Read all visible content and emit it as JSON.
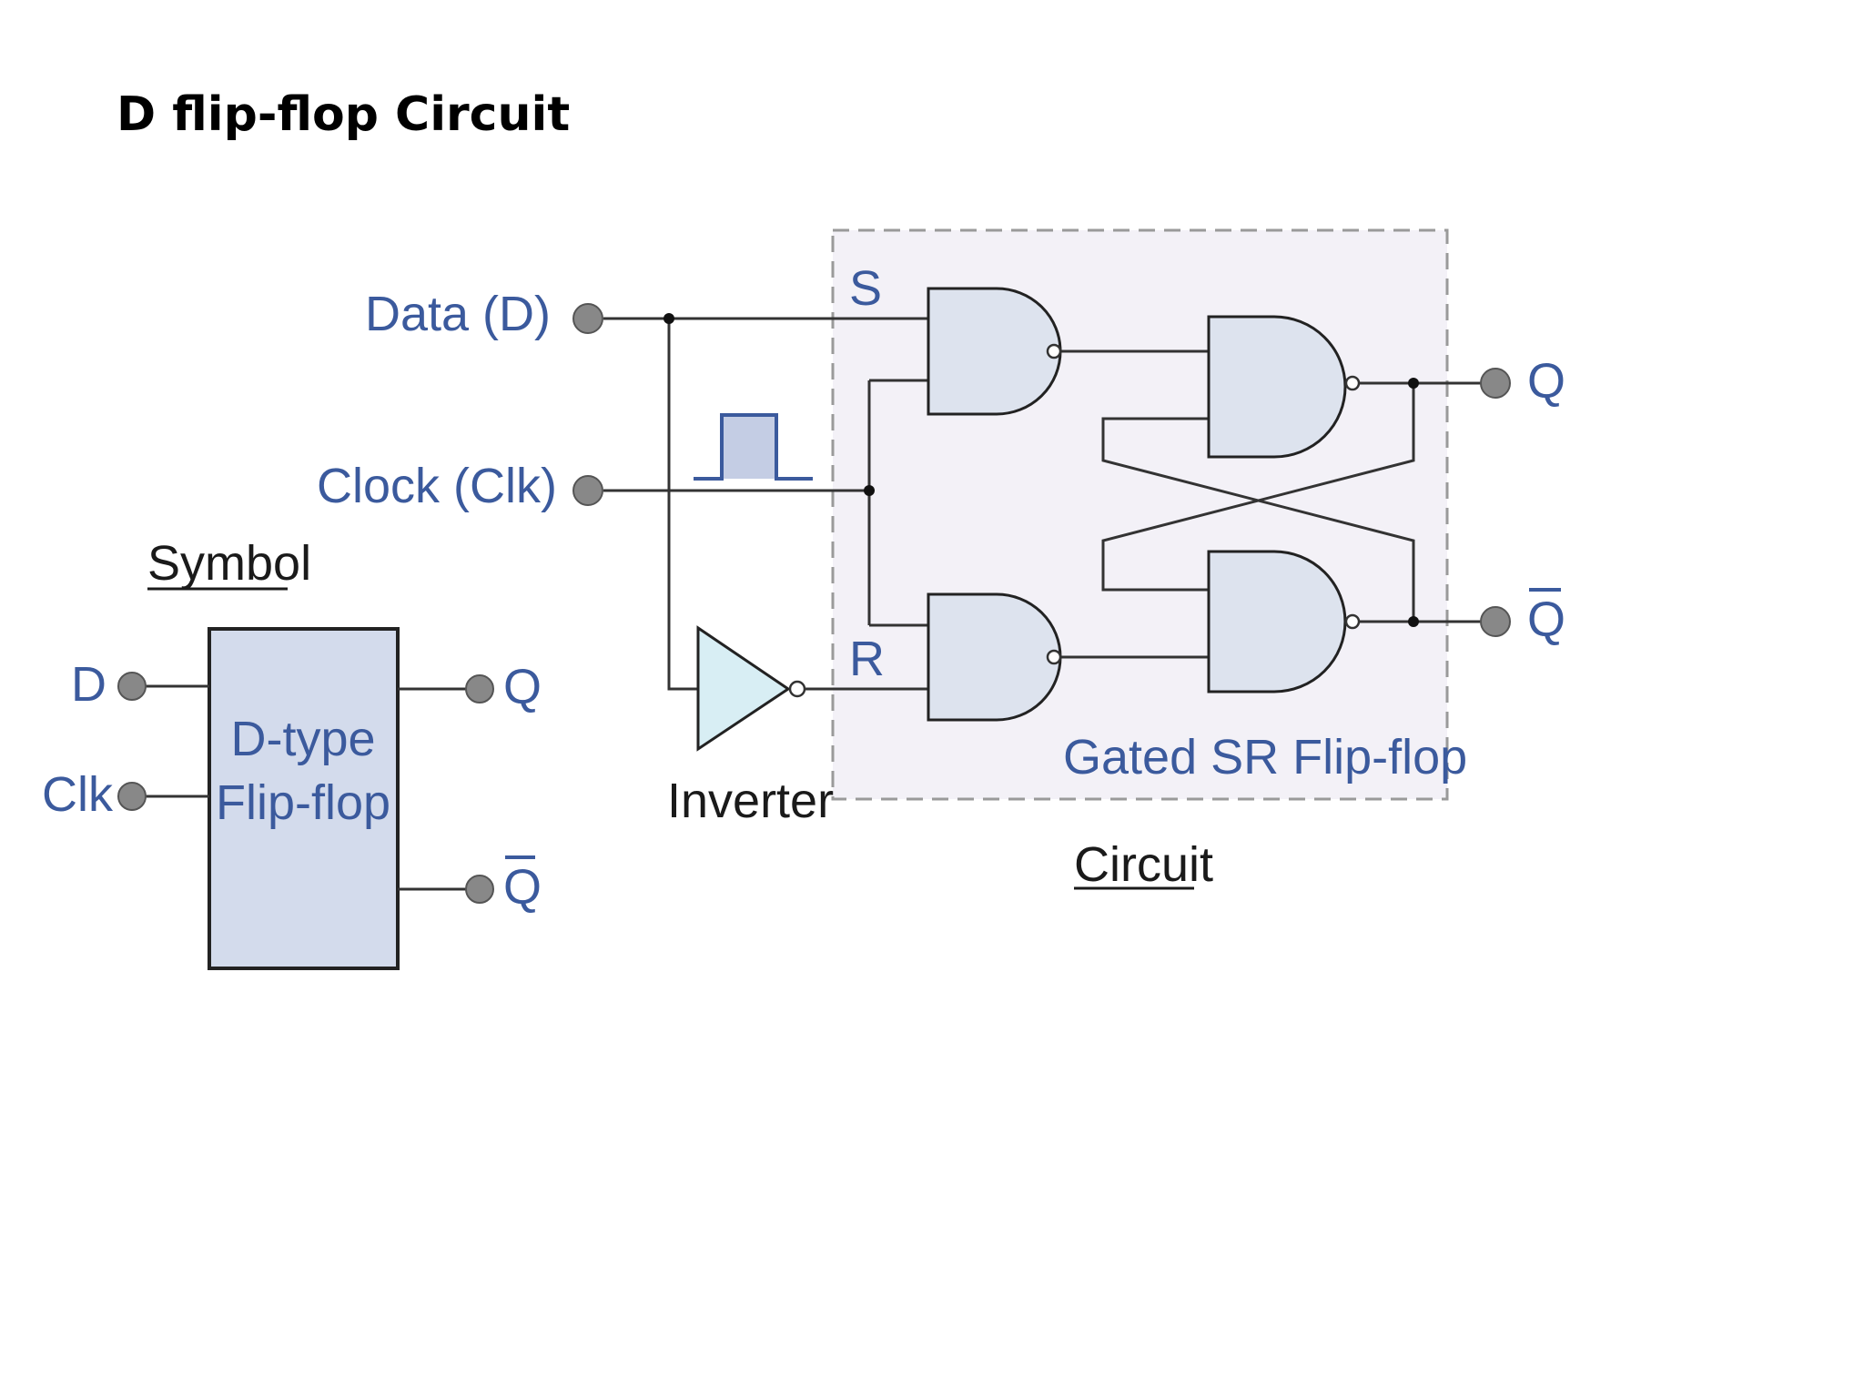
{
  "title": "D flip-flop Circuit",
  "labels": {
    "data_input": "Data (D)",
    "clock_input": "Clock (Clk)",
    "set": "S",
    "reset": "R",
    "output_q": "Q",
    "output_qbar": "Q",
    "inverter": "Inverter",
    "gated_sr": "Gated SR Flip-flop",
    "circuit_caption": "Circuit",
    "symbol_caption": "Symbol",
    "symbol_d": "D",
    "symbol_clk": "Clk",
    "symbol_q": "Q",
    "symbol_qbar": "Q",
    "symbol_box_line1": "D-type",
    "symbol_box_line2": "Flip-flop"
  },
  "colors": {
    "label_blue": "#3b5a9d",
    "gate_fill": "#dde3ee",
    "inverter_fill": "#d8eef4",
    "frame_fill": "#f3f1f7",
    "frame_border": "#9a9a9a"
  }
}
